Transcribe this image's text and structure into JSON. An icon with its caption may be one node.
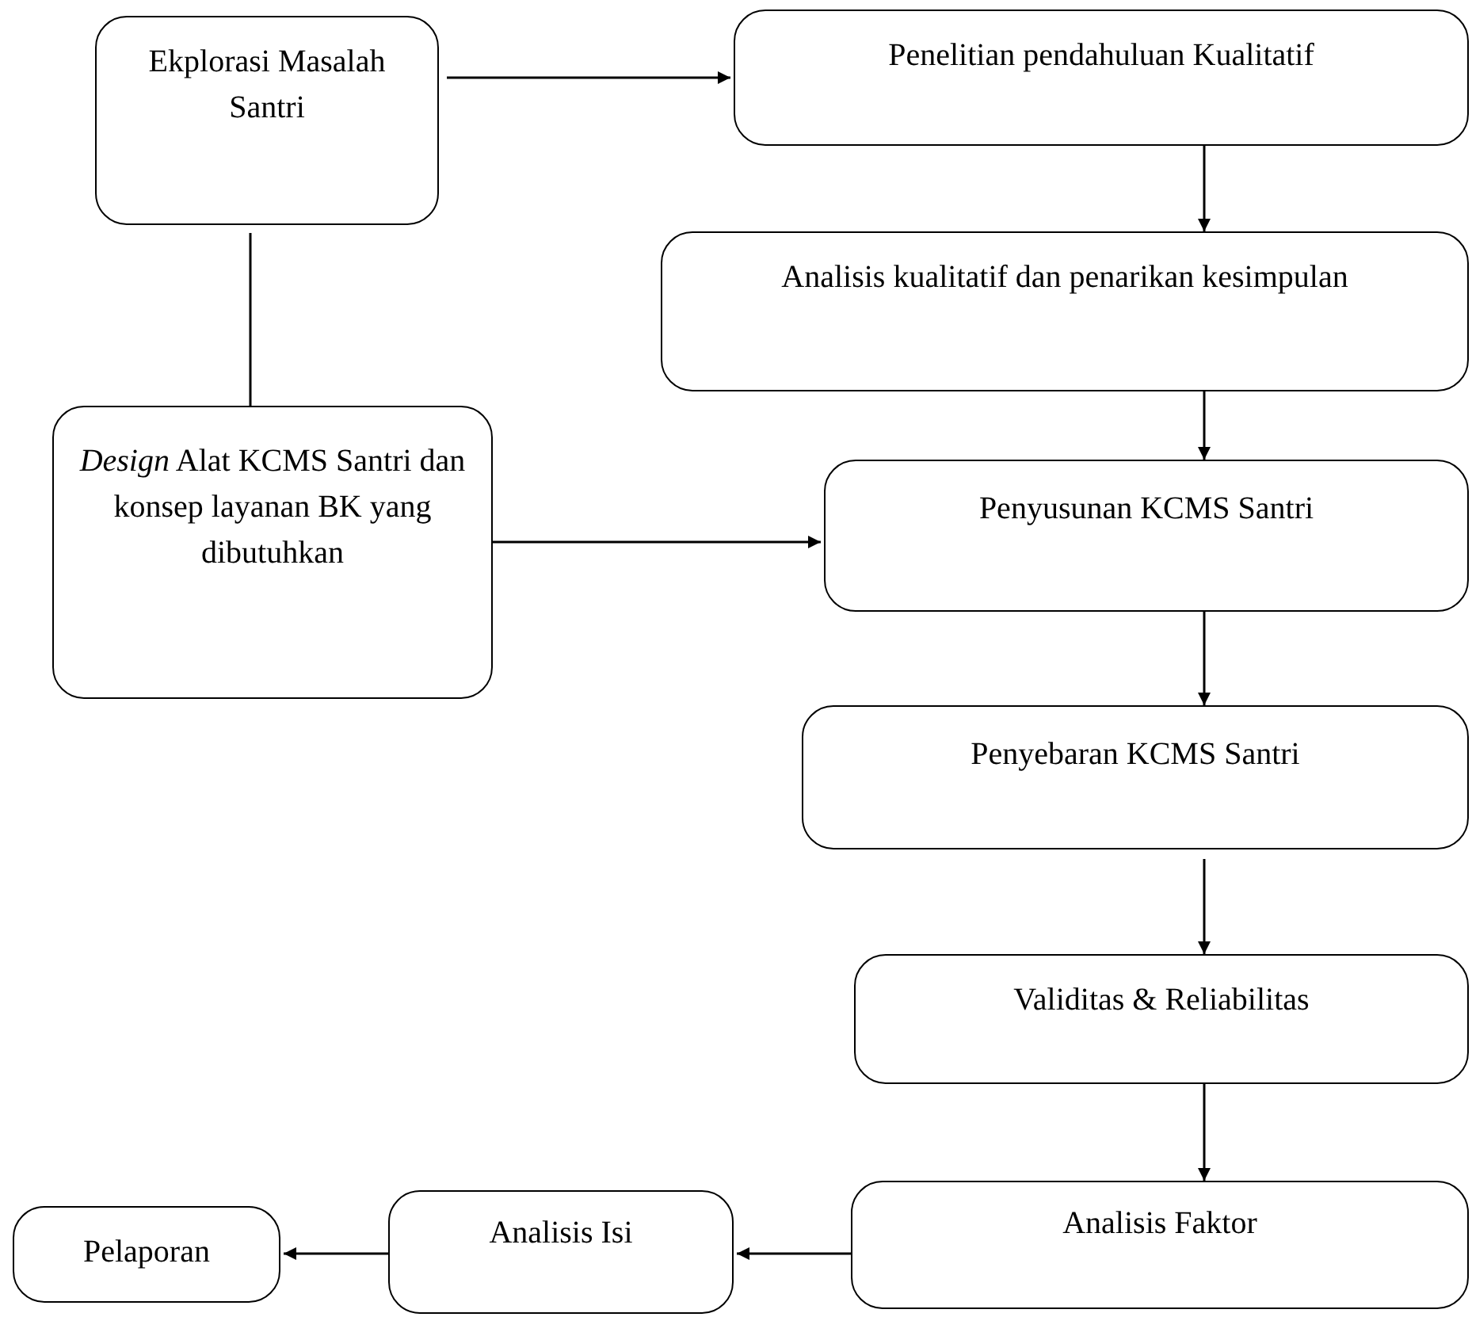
{
  "diagram": {
    "nodes": [
      {
        "text": [
          "Ekplorasi Masalah Santri"
        ]
      },
      {
        "text": [
          "Penelitian pendahuluan Kualitatif"
        ]
      },
      {
        "text": [
          "Analisis kualitatif  dan penarikan kesimpulan"
        ]
      },
      {
        "text": [
          "*Design* Alat KCMS Santri dan konsep layanan BK yang dibutuhkan"
        ]
      },
      {
        "text": [
          "Penyusunan KCMS Santri"
        ]
      },
      {
        "text": [
          "Penyebaran KCMS Santri"
        ]
      },
      {
        "text": [
          "Validitas & Reliabilitas"
        ]
      },
      {
        "text": [
          "Analisis Faktor"
        ]
      },
      {
        "text": [
          "Analisis Isi"
        ]
      },
      {
        "text": [
          "Pelaporan"
        ]
      }
    ],
    "edges": [
      {
        "from": 0,
        "to": 1,
        "arrow": "to"
      },
      {
        "from": 0,
        "to": 3,
        "arrow": "none"
      },
      {
        "from": 3,
        "to": 4,
        "arrow": "to"
      },
      {
        "from": 1,
        "to": 2,
        "arrow": "to"
      },
      {
        "from": 2,
        "to": 4,
        "arrow": "to"
      },
      {
        "from": 4,
        "to": 5,
        "arrow": "to"
      },
      {
        "from": 5,
        "to": 6,
        "arrow": "to"
      },
      {
        "from": 6,
        "to": 7,
        "arrow": "to"
      },
      {
        "from": 7,
        "to": 8,
        "arrow": "to"
      },
      {
        "from": 8,
        "to": 9,
        "arrow": "to"
      }
    ]
  }
}
